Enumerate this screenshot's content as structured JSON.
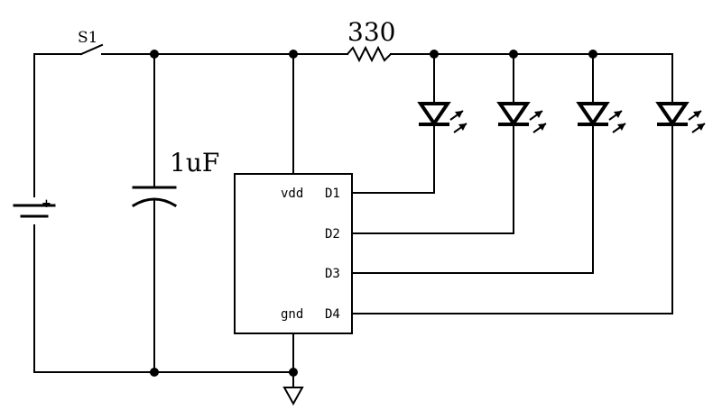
{
  "labels": {
    "switch": "S1",
    "resistor": "330",
    "capacitor": "1uF"
  },
  "ic": {
    "pins_left": [
      "vdd",
      "gnd"
    ],
    "pins_right": [
      "D1",
      "D2",
      "D3",
      "D4"
    ]
  },
  "leds": {
    "count": 4
  },
  "colors": {
    "stroke": "#000000",
    "background": "#ffffff"
  }
}
